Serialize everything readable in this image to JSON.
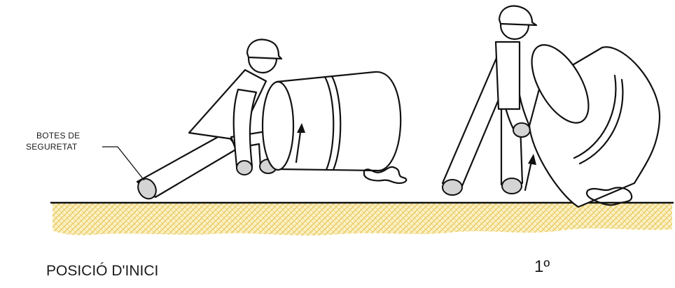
{
  "labels": {
    "callout_line1": "BOTES DE",
    "callout_line2": "SEGURETAT",
    "caption_left": "POSICIÓ D'INICI",
    "caption_right": "1º"
  },
  "colors": {
    "ink": "#111111",
    "ground_hatch": "#e8c85a",
    "background": "#ffffff"
  }
}
